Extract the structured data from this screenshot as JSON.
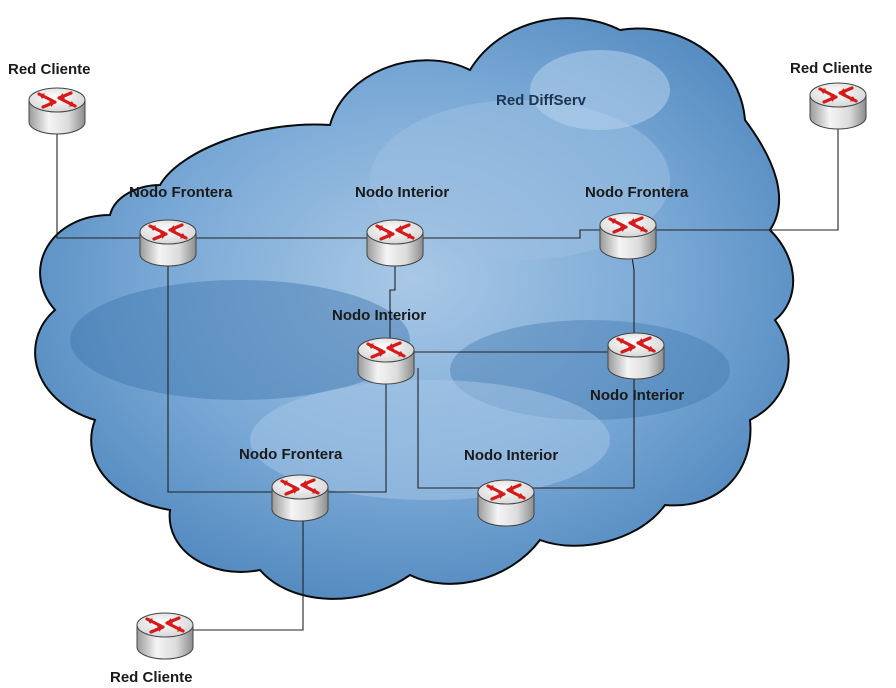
{
  "cloud": {
    "label": "Red DiffServ",
    "fill": "#5f94c6",
    "stroke": "#0a0a0a"
  },
  "router_colors": {
    "body": "#d9d9d9",
    "top": "#f2f2f2",
    "arrow": "#d61a1a"
  },
  "nodes": [
    {
      "id": "cliente_tl",
      "label": "Red Cliente",
      "kind": "client"
    },
    {
      "id": "cliente_tr",
      "label": "Red Cliente",
      "kind": "client"
    },
    {
      "id": "cliente_bl",
      "label": "Red Cliente",
      "kind": "client"
    },
    {
      "id": "frontera_l",
      "label": "Nodo Frontera",
      "kind": "edge"
    },
    {
      "id": "frontera_r",
      "label": "Nodo Frontera",
      "kind": "edge"
    },
    {
      "id": "frontera_b",
      "label": "Nodo Frontera",
      "kind": "edge"
    },
    {
      "id": "interior_top",
      "label": "Nodo Interior",
      "kind": "core"
    },
    {
      "id": "interior_mid",
      "label": "Nodo Interior",
      "kind": "core"
    },
    {
      "id": "interior_right",
      "label": "Nodo Interior",
      "kind": "core"
    },
    {
      "id": "interior_bot",
      "label": "Nodo Interior",
      "kind": "core"
    }
  ],
  "links": [
    {
      "from": "cliente_tl",
      "to": "frontera_l"
    },
    {
      "from": "frontera_l",
      "to": "interior_top"
    },
    {
      "from": "interior_top",
      "to": "frontera_r"
    },
    {
      "from": "frontera_r",
      "to": "cliente_tr"
    },
    {
      "from": "frontera_l",
      "to": "frontera_b"
    },
    {
      "from": "interior_top",
      "to": "interior_mid"
    },
    {
      "from": "interior_mid",
      "to": "frontera_b"
    },
    {
      "from": "interior_mid",
      "to": "interior_right"
    },
    {
      "from": "interior_mid",
      "to": "interior_bot"
    },
    {
      "from": "frontera_r",
      "to": "interior_bot"
    },
    {
      "from": "frontera_b",
      "to": "cliente_bl"
    }
  ]
}
